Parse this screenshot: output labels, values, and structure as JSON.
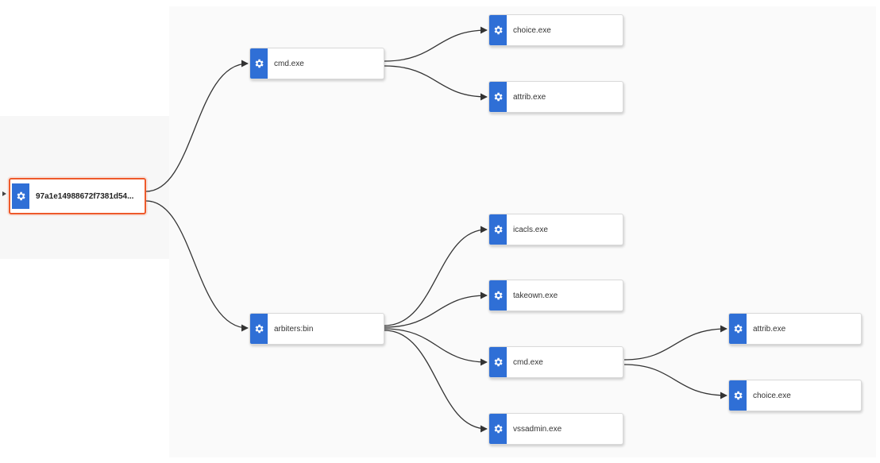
{
  "colors": {
    "accent": "#2f6fd6",
    "selected_border": "#ee5a2b",
    "edge": "#333333"
  },
  "icons": {
    "node_icon": "gear-icon",
    "expand": "caret-right-icon"
  },
  "tree": {
    "root": {
      "label": "97a1e14988672f7381d54..."
    },
    "cmd_1": {
      "label": "cmd.exe"
    },
    "choice_1": {
      "label": "choice.exe"
    },
    "attrib_1": {
      "label": "attrib.exe"
    },
    "arbiters": {
      "label": "arbiters:bin"
    },
    "icacls": {
      "label": "icacls.exe"
    },
    "takeown": {
      "label": "takeown.exe"
    },
    "cmd_2": {
      "label": "cmd.exe"
    },
    "vssadmin": {
      "label": "vssadmin.exe"
    },
    "attrib_2": {
      "label": "attrib.exe"
    },
    "choice_2": {
      "label": "choice.exe"
    }
  }
}
